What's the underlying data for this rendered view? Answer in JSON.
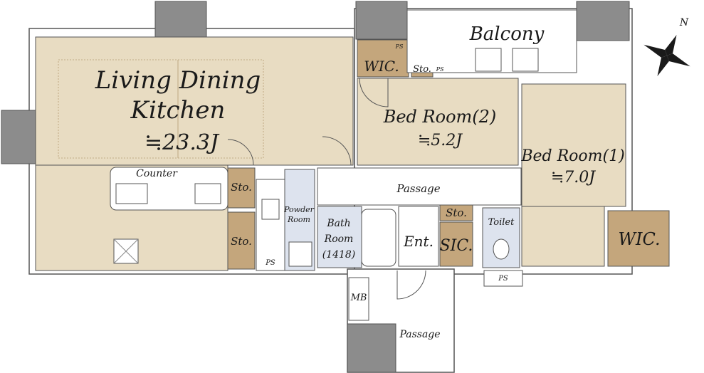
{
  "rooms": {
    "ldk_line1": "Living Dining",
    "ldk_line2": "Kitchen",
    "ldk_size": "≒23.3J",
    "bed2": "Bed Room(2)",
    "bed2_size": "≒5.2J",
    "bed1": "Bed Room(1)",
    "bed1_size": "≒7.0J",
    "balcony": "Balcony",
    "wic_top": "WIC.",
    "wic_right": "WIC.",
    "sto_top": "Sto.",
    "sto_kitchen_upper": "Sto.",
    "sto_kitchen_lower": "Sto.",
    "sto_hall": "Sto.",
    "sic": "SIC.",
    "toilet": "Toilet",
    "ent": "Ent.",
    "passage_inner": "Passage",
    "passage_outer": "Passage",
    "powder_line1": "Powder",
    "powder_line2": "Room",
    "bath_line1": "Bath",
    "bath_line2": "Room",
    "bath_line3": "(1418)",
    "counter": "Counter",
    "mb": "MB",
    "ps_balcony": "PS",
    "ps_sto": "PS",
    "ps_left": "PS",
    "ps_bottom": "PS"
  },
  "compass": {
    "north": "N"
  },
  "colors": {
    "room_beige": "#e8dcc2",
    "room_wood": "#c4a67c",
    "pillar": "#8c8c8c",
    "wet_area": "#dde3ee"
  }
}
